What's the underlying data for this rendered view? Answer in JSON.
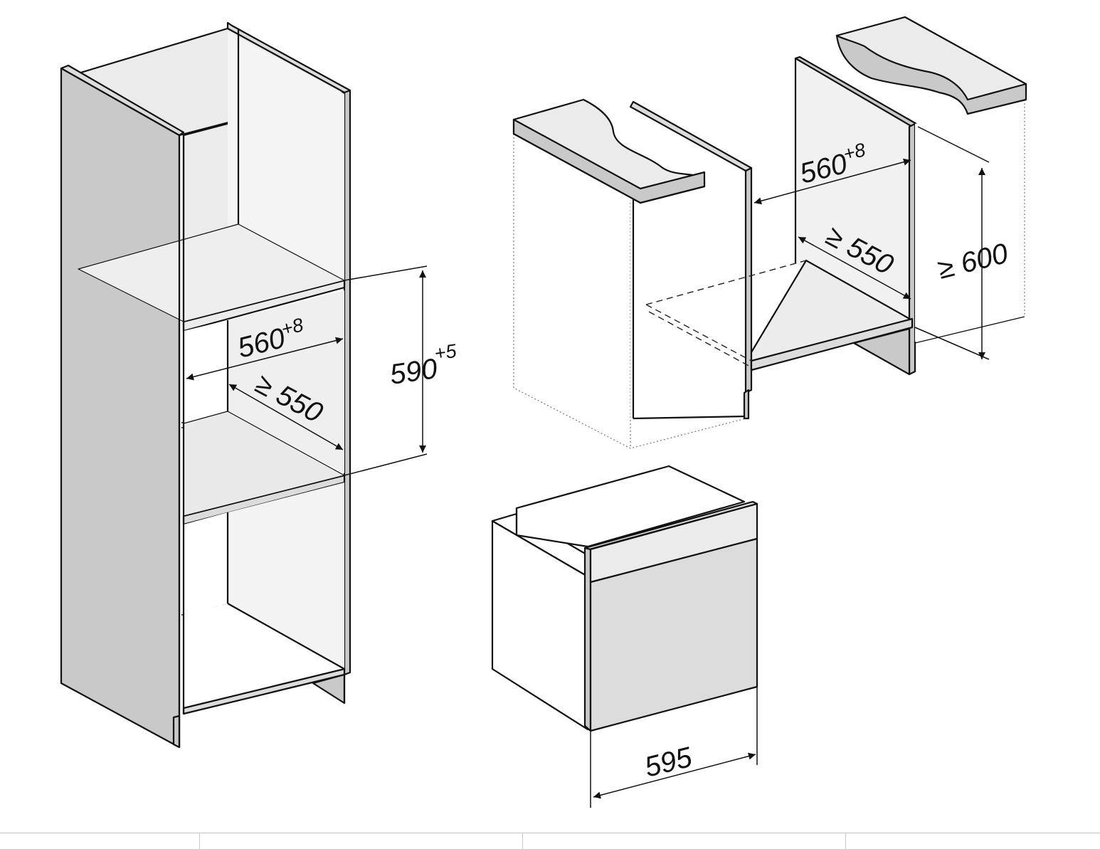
{
  "tall_cabinet": {
    "width_value": "560",
    "width_tolerance": "+8",
    "depth_label": "≥ 550",
    "height_value": "590",
    "height_tolerance": "+5"
  },
  "undercounter": {
    "width_value": "560",
    "width_tolerance": "+8",
    "depth_label": "≥ 550",
    "height_label": "≥ 600"
  },
  "oven": {
    "width_value": "595"
  },
  "colors": {
    "panel_dark": "#c9c9c9",
    "panel_mid": "#dcdcdc",
    "panel_light": "#ebebeb",
    "line": "#111111",
    "footer_rule": "#c8c8c8"
  }
}
